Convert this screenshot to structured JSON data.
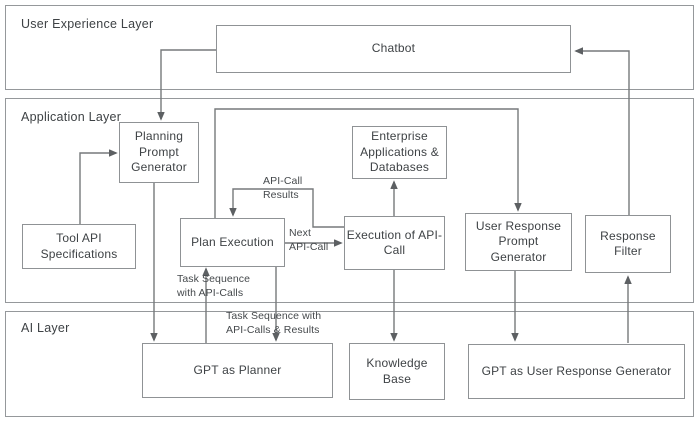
{
  "layers": {
    "ux": {
      "label": "User Experience Layer"
    },
    "app": {
      "label": "Application Layer"
    },
    "ai": {
      "label": "AI Layer"
    }
  },
  "nodes": {
    "chatbot": {
      "label": "Chatbot"
    },
    "planning_prompt_generator": {
      "label": "Planning Prompt Generator"
    },
    "tool_api_specifications": {
      "label": "Tool API Specifications"
    },
    "plan_execution": {
      "label": "Plan Execution"
    },
    "enterprise_apps_databases": {
      "label": "Enterprise Applications & Databases"
    },
    "execution_of_api_call": {
      "label": "Execution of API-Call"
    },
    "user_response_prompt_generator": {
      "label": "User Response Prompt Generator"
    },
    "response_filter": {
      "label": "Response Filter"
    },
    "gpt_as_planner": {
      "label": "GPT as Planner"
    },
    "knowledge_base": {
      "label": "Knowledge Base"
    },
    "gpt_as_user_response_generator": {
      "label": "GPT as User Response Generator"
    }
  },
  "edge_labels": {
    "api_call_results": "API-Call\nResults",
    "next_api_call": "Next\nAPI-Call",
    "task_sequence_with_api_calls": "Task Sequence\nwith API-Calls",
    "task_sequence_with_api_calls_results": "Task Sequence with\nAPI-Calls & Results"
  },
  "edges": [
    {
      "from": "chatbot",
      "to": "planning_prompt_generator",
      "label": ""
    },
    {
      "from": "tool_api_specifications",
      "to": "planning_prompt_generator",
      "label": ""
    },
    {
      "from": "planning_prompt_generator",
      "to": "gpt_as_planner",
      "label": ""
    },
    {
      "from": "gpt_as_planner",
      "to": "plan_execution",
      "label": "Task Sequence with API-Calls"
    },
    {
      "from": "plan_execution",
      "to": "gpt_as_planner",
      "label": "Task Sequence with API-Calls & Results"
    },
    {
      "from": "plan_execution",
      "to": "execution_of_api_call",
      "label": "Next API-Call"
    },
    {
      "from": "execution_of_api_call",
      "to": "plan_execution",
      "label": "API-Call Results"
    },
    {
      "from": "execution_of_api_call",
      "to": "enterprise_apps_databases",
      "label": ""
    },
    {
      "from": "execution_of_api_call",
      "to": "knowledge_base",
      "label": ""
    },
    {
      "from": "plan_execution",
      "to": "user_response_prompt_generator",
      "label": ""
    },
    {
      "from": "user_response_prompt_generator",
      "to": "gpt_as_user_response_generator",
      "label": ""
    },
    {
      "from": "gpt_as_user_response_generator",
      "to": "response_filter",
      "label": ""
    },
    {
      "from": "response_filter",
      "to": "chatbot",
      "label": ""
    }
  ],
  "colors": {
    "background": "#ffffff",
    "layer_border": "#95989b",
    "node_border": "#8f9295",
    "connector_line": "#76797b",
    "arrowhead": "#5d6063",
    "text": "#3e4245"
  }
}
